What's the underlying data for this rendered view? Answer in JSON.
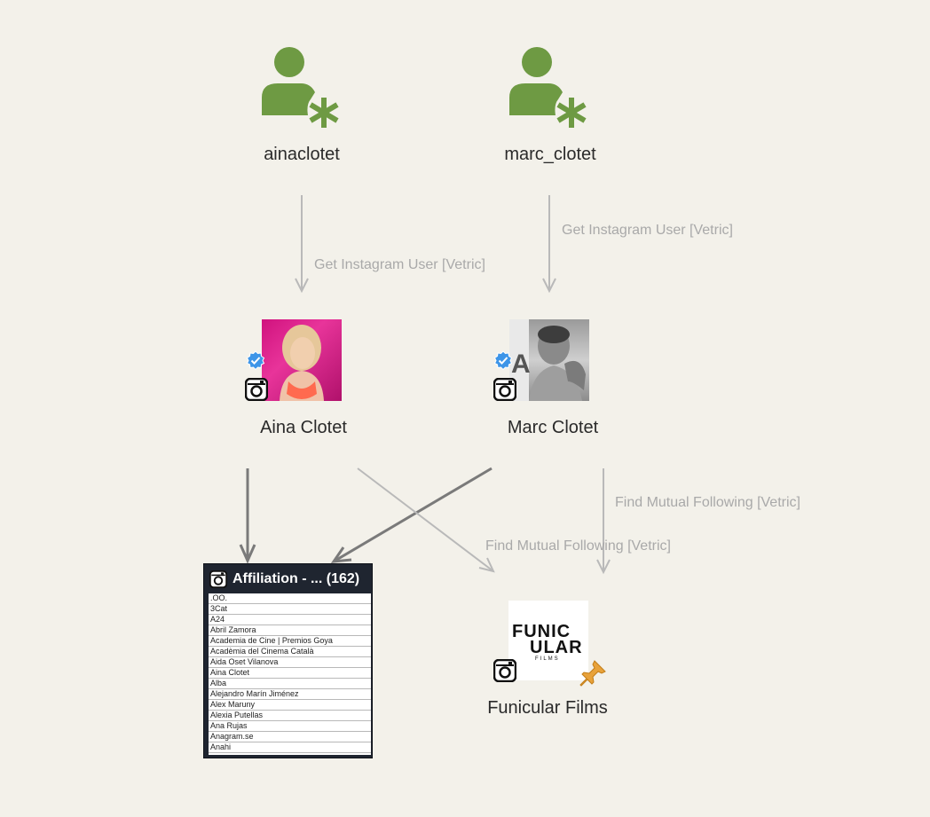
{
  "nodes": {
    "user1": {
      "label": "ainaclotet",
      "icon": "user-asterisk-icon"
    },
    "user2": {
      "label": "marc_clotet",
      "icon": "user-asterisk-icon"
    },
    "profile1": {
      "label": "Aina Clotet",
      "verified_icon": "verified-badge-icon",
      "platform_icon": "instagram-icon"
    },
    "profile2": {
      "label": "Marc Clotet",
      "verified_icon": "verified-badge-icon",
      "platform_icon": "instagram-icon"
    },
    "company": {
      "label": "Funicular Films",
      "logo_text_top": "FUNIC",
      "logo_text_mid": "ULAR",
      "logo_text_sub": "FILMS",
      "platform_icon": "instagram-icon",
      "pin_icon": "pushpin-icon"
    }
  },
  "edges": {
    "get_user_1": "Get Instagram User [Vetric]",
    "get_user_2": "Get Instagram User [Vetric]",
    "mutual_1": "Find Mutual Following [Vetric]",
    "mutual_2": "Find Mutual Following [Vetric]"
  },
  "panel": {
    "title": "Affiliation - ... (162)",
    "items": [
      ".OO.",
      "3Cat",
      "A24",
      "Abril Zamora",
      "Academia de Cine | Premios Goya",
      "Acadèmia del Cinema Català",
      "Aida Oset Vilanova",
      "Aina Clotet",
      "Alba",
      "Alejandro Marín Jiménez",
      "Alex Maruny",
      "Alexia Putellas",
      "Ana Rujas",
      "Anagram.se",
      "Anahi"
    ]
  },
  "colors": {
    "user_icon": "#6e9a43",
    "edge_light": "#b9b9b9",
    "edge_dark": "#7a7a7a",
    "panel_bg": "#1f2530",
    "background": "#f3f1ea"
  }
}
